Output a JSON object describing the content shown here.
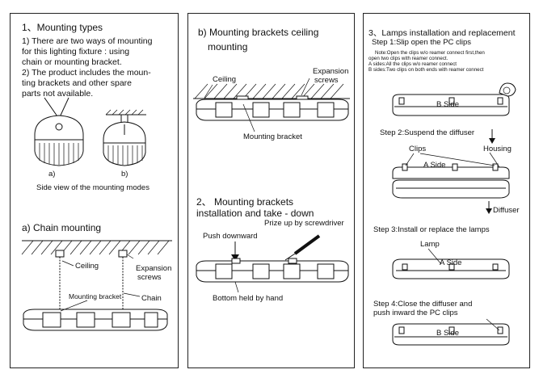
{
  "panel1": {
    "heading": "1、Mounting types",
    "para1_line1": "1)  There are two ways of mounting",
    "para1_line2": "for this lighting  fixture : using",
    "para1_line3": "chain or mounting bracket.",
    "para2_line1": "2) The product includes the moun-",
    "para2_line2": "ting brackets and other spare",
    "para2_line3": "parts not available.",
    "fig_a": "a)",
    "fig_b": "b)",
    "caption": "Side view of the mounting modes",
    "chain_heading": "a) Chain mounting",
    "ceiling": "Ceiling",
    "expansion_1": "Expansion",
    "expansion_2": "screws",
    "mounting_bracket": "Mounting bracket",
    "chain": "Chain"
  },
  "panel2": {
    "heading_line1": "b)  Mounting  brackets ceiling",
    "heading_line2": "mounting",
    "ceiling": "Ceiling",
    "expansion_1": "Expansion",
    "expansion_2": "screws",
    "mounting_bracket": "Mounting bracket",
    "section_line1": "2、 Mounting  brackets",
    "section_line2": "installation and take - down",
    "prize_up": "Prize up by screwdriver",
    "push_downward": "Push downward",
    "bottom_held": "Bottom held by hand"
  },
  "panel3": {
    "heading": "3、Lamps installation and replacement",
    "step1": "Step 1:Slip open the PC clips",
    "note_line1": "Note:Open the clips w/o reamer connect first,then",
    "note_line2": "open two clips with reamer connect.",
    "note_line3": "A sides:All the clips w/o reamer connect",
    "note_line4": "B sides:Two clips on both ends with reamer connect",
    "b_side_1": "B Side",
    "step2": "Step 2:Suspend the diffuser",
    "clips": "Clips",
    "housing": "Housing",
    "a_side_1": "A Side",
    "diffuser": "Diffuser",
    "step3": "Step 3:Install or replace the lamps",
    "lamp": "Lamp",
    "a_side_2": "A Side",
    "step4_line1": "Step 4:Close the diffuser and",
    "step4_line2": "push inward the PC clips",
    "b_side_2": "B Side"
  }
}
